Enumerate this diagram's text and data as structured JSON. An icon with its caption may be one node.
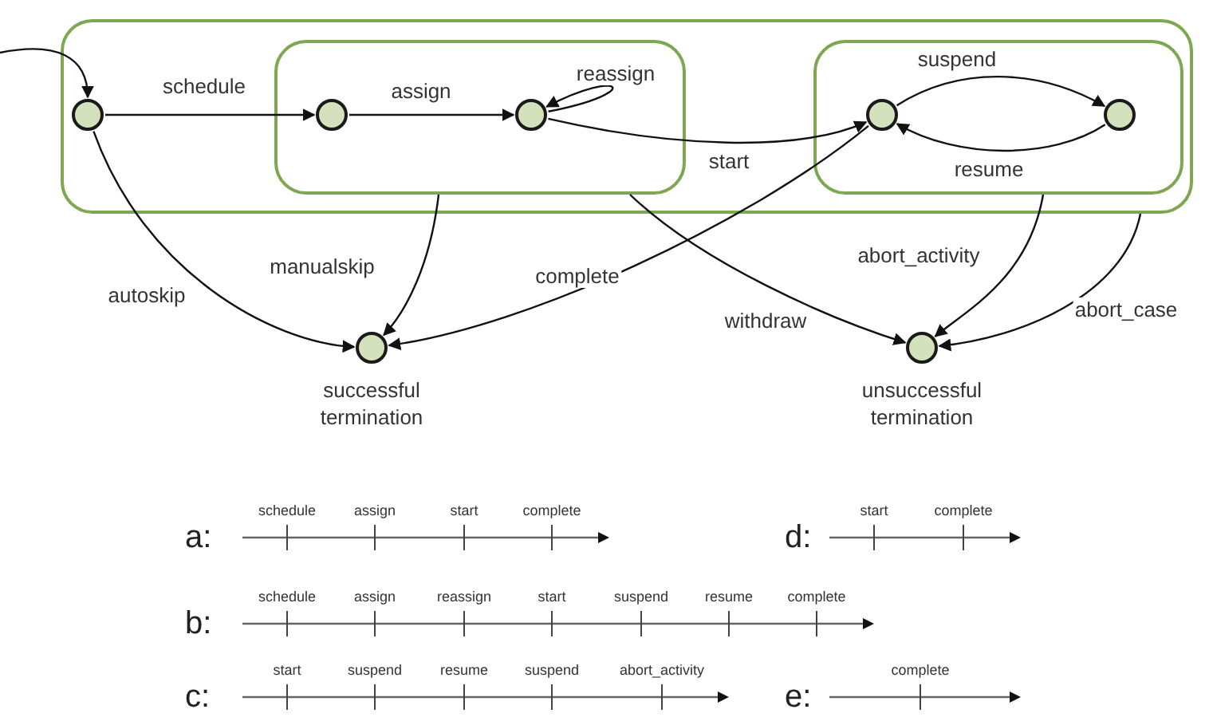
{
  "diagram": {
    "nodes": [
      {
        "text": [],
        "shape": "box"
      },
      {
        "text": [],
        "shape": "box",
        "in": 0
      },
      {
        "text": [],
        "shape": "box",
        "in": 0
      },
      {
        "text": [],
        "shape": "circle",
        "in": 0
      },
      {
        "text": [],
        "shape": "circle",
        "in": 1
      },
      {
        "text": [],
        "shape": "circle",
        "in": 1
      },
      {
        "text": [],
        "shape": "circle",
        "in": 2
      },
      {
        "text": [],
        "shape": "circle",
        "in": 2
      },
      {
        "text": [],
        "shape": "circle",
        "beside": [
          "successful termination"
        ]
      },
      {
        "text": [],
        "shape": "circle",
        "beside": [
          "unsuccessful termination"
        ]
      }
    ],
    "edges": [
      {
        "from": null,
        "to": 3,
        "arrow": "to"
      },
      {
        "from": 3,
        "to": 4,
        "arrow": "to",
        "label": "schedule"
      },
      {
        "from": 4,
        "to": 5,
        "arrow": "to",
        "label": "assign"
      },
      {
        "from": 5,
        "to": 5,
        "arrow": "to",
        "label": "reassign"
      },
      {
        "from": 5,
        "to": 6,
        "arrow": "to",
        "label": "start"
      },
      {
        "from": 6,
        "to": 7,
        "arrow": "to",
        "label": "suspend"
      },
      {
        "from": 7,
        "to": 6,
        "arrow": "to",
        "label": "resume"
      },
      {
        "from": 3,
        "to": 8,
        "arrow": "to",
        "label": "autoskip"
      },
      {
        "from": 1,
        "to": 8,
        "arrow": "to",
        "label": "manualskip"
      },
      {
        "from": 6,
        "to": 8,
        "arrow": "to",
        "label": "complete"
      },
      {
        "from": 1,
        "to": 9,
        "arrow": "to",
        "label": "withdraw"
      },
      {
        "from": 2,
        "to": 9,
        "arrow": "to",
        "label": "abort_activity"
      },
      {
        "from": 0,
        "to": 9,
        "arrow": "to",
        "label": "abort_case"
      }
    ],
    "labels": [
      "a:",
      "schedule",
      "assign",
      "start",
      "complete",
      "d:",
      "start",
      "complete",
      "b:",
      "schedule",
      "assign",
      "reassign",
      "start",
      "suspend",
      "resume",
      "complete",
      "c:",
      "start",
      "suspend",
      "resume",
      "suspend",
      "abort_activity",
      "e:",
      "complete"
    ]
  }
}
